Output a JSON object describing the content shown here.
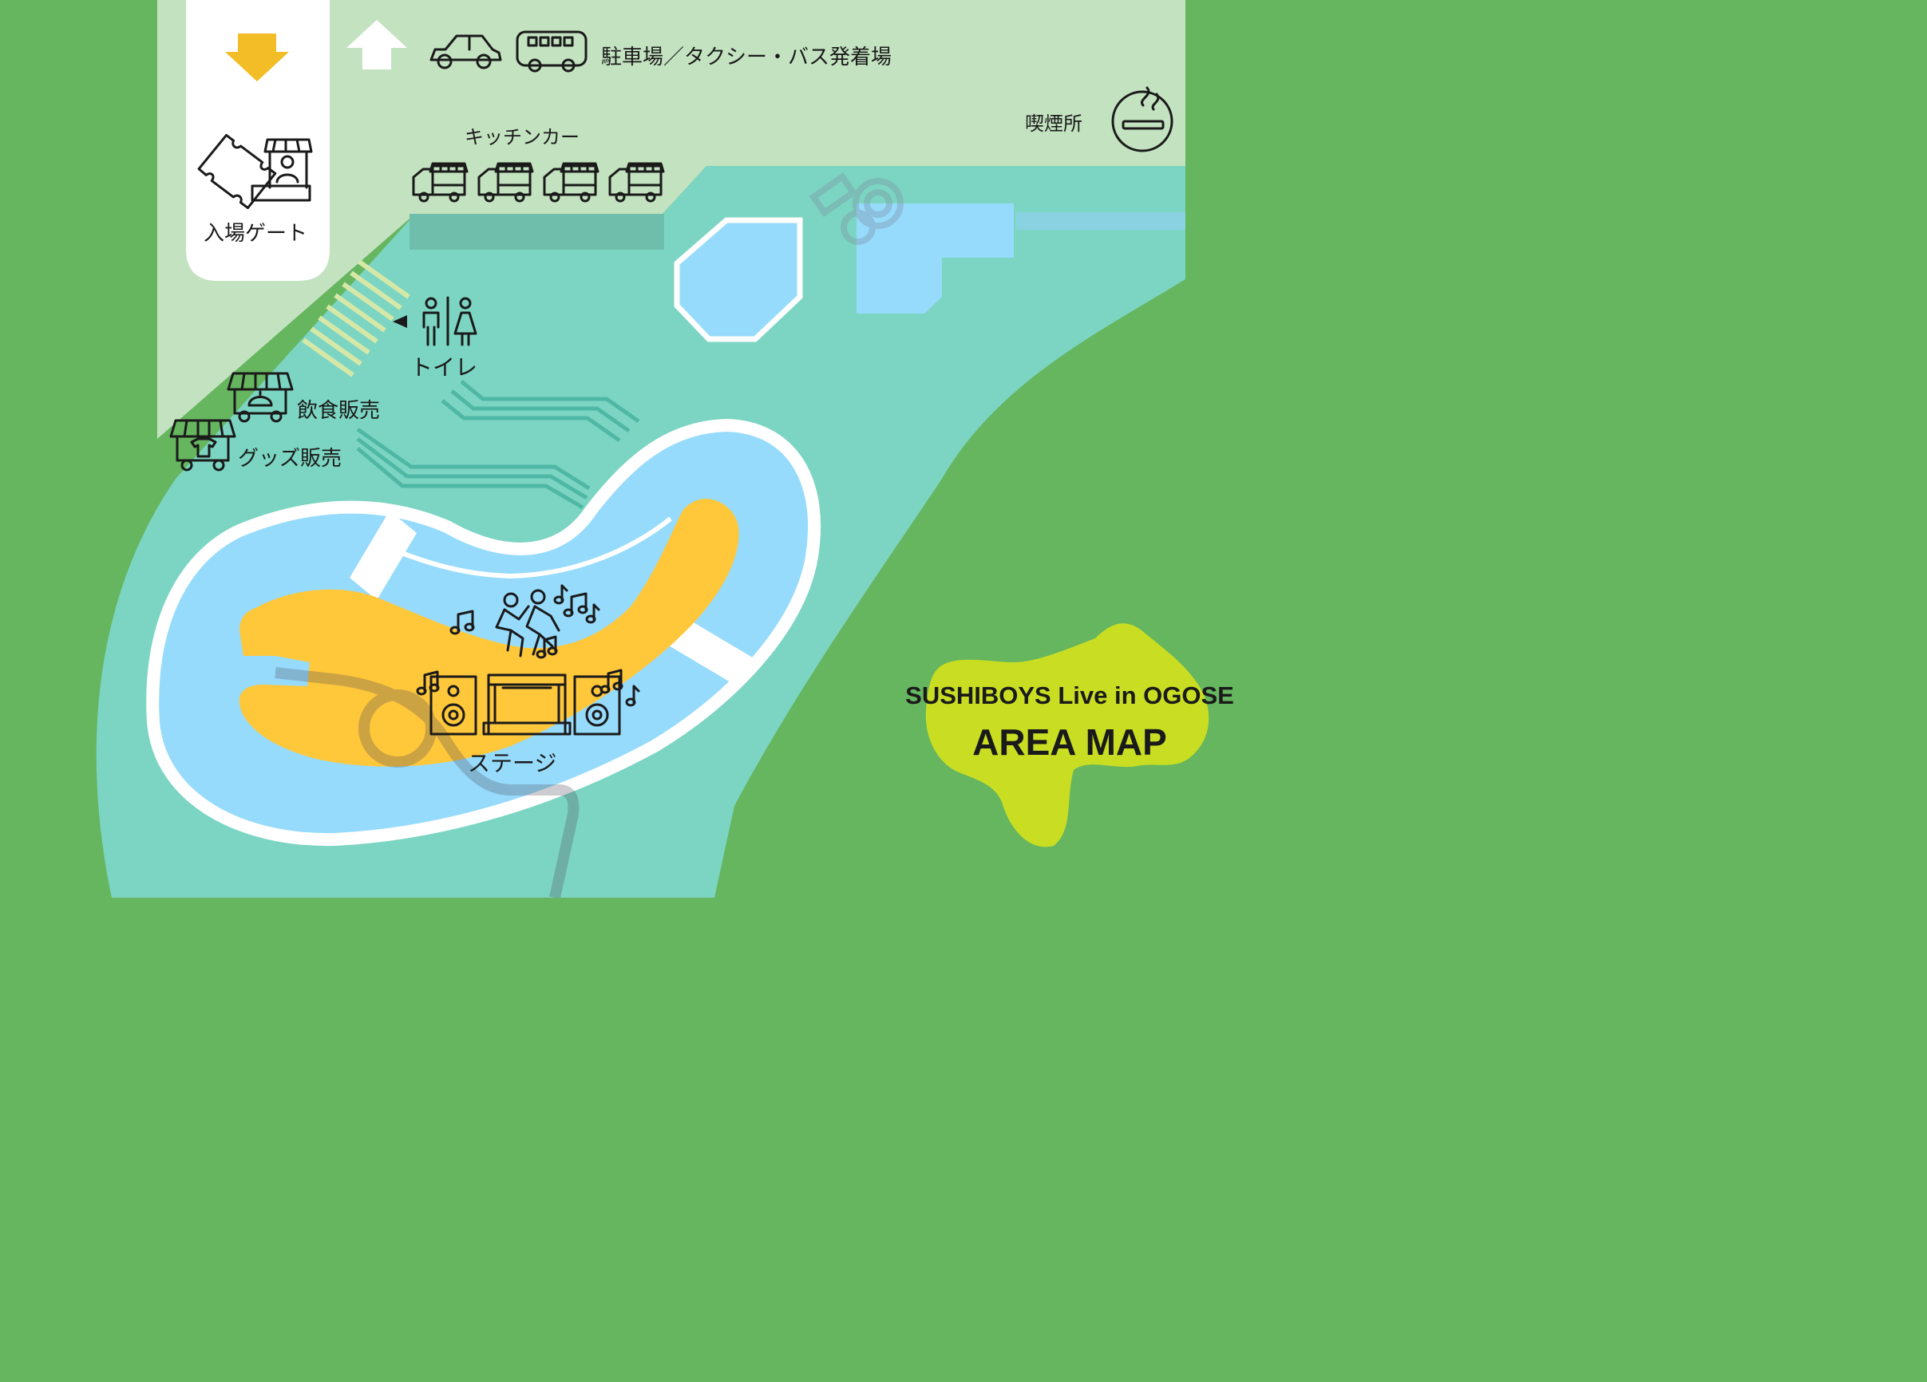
{
  "map": {
    "title": "SUSHIBOYS Live in OGOSE",
    "subtitle": "AREA MAP"
  },
  "labels": {
    "parking": "駐車場／タクシー・バス発着場",
    "smoking": "喫煙所",
    "kitchen_car": "キッチンカー",
    "entrance_gate": "入場ゲート",
    "toilet": "トイレ",
    "food_sales": "飲食販売",
    "goods_sales": "グッズ販売",
    "stage": "ステージ"
  },
  "icons": {
    "entrance": "down-arrow-icon",
    "exit": "up-arrow-icon",
    "car": "car-icon",
    "bus": "bus-icon",
    "smoking": "smoking-icon",
    "kitchen_car": "food-truck-icon",
    "ticket": "ticket-booth-icon",
    "toilet": "restroom-icon",
    "food_stall": "food-stall-icon",
    "goods_stall": "goods-stall-icon",
    "dancers": "dancing-people-icon",
    "stage": "stage-speakers-icon"
  },
  "colors": {
    "grass": "#66b55f",
    "path": "#c3e2c0",
    "pond_area": "#7cd5c2",
    "water": "#97dbfc",
    "stage_area": "#ffc73a",
    "title_blob": "#c9de23",
    "arrow_yellow": "#f2bd27"
  }
}
